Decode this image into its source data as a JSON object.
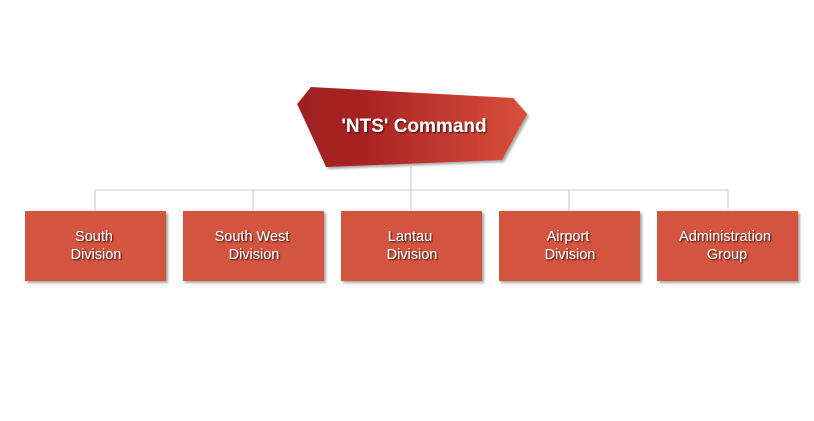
{
  "org_chart": {
    "root": {
      "label": "'NTS' Command"
    },
    "children": [
      {
        "lines": [
          "South",
          "Division"
        ]
      },
      {
        "lines": [
          "South West",
          "Division"
        ]
      },
      {
        "lines": [
          "Lantau",
          "Division"
        ]
      },
      {
        "lines": [
          "Airport",
          "Division"
        ]
      },
      {
        "lines": [
          "Administration",
          "Group"
        ]
      }
    ],
    "colors": {
      "box_fill": "#d35540",
      "root_light": "#d9503c",
      "root_dark": "#9e1f1f",
      "connector": "#c8c8c8",
      "label_text": "#ffffff"
    }
  }
}
